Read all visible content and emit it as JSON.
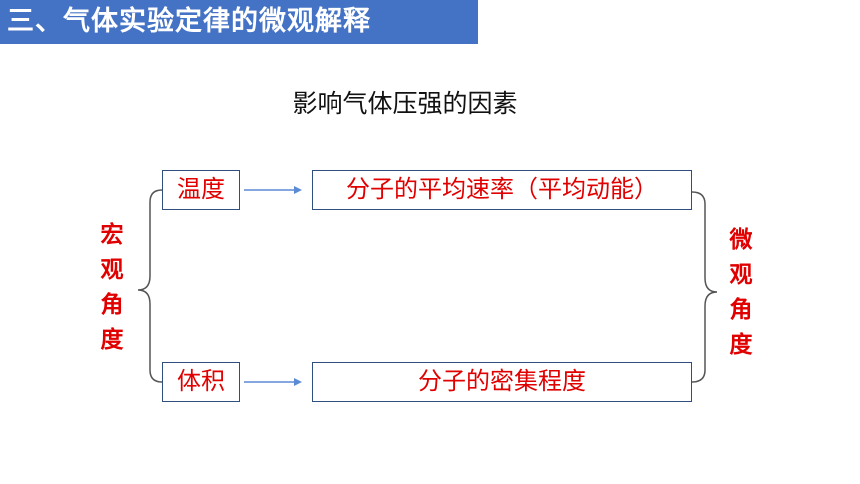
{
  "header": {
    "title": "三、气体实验定律的微观解释"
  },
  "diagram": {
    "title": "影响气体压强的因素",
    "macro_label": "宏观角度",
    "micro_label": "微观角度",
    "nodes": {
      "temperature": "温度",
      "volume": "体积",
      "avg_speed": "分子的平均速率（平均动能）",
      "density": "分子的密集程度"
    }
  },
  "colors": {
    "header_bg": "#4472c4",
    "label_red": "#e00000",
    "arrow": "#5b8ad6"
  }
}
